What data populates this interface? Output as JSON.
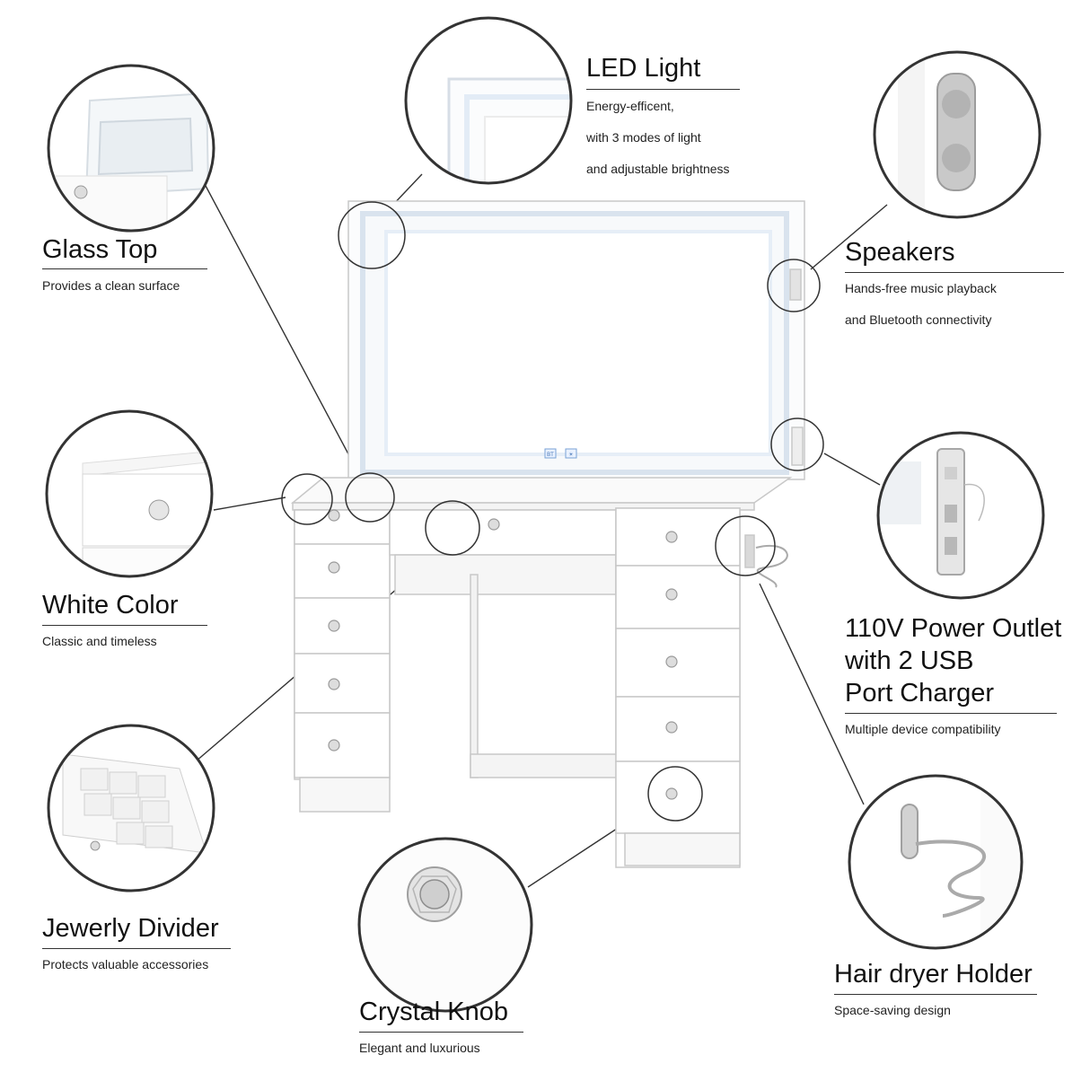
{
  "callouts": {
    "led_light": {
      "title": "LED Light",
      "desc": "Energy-efficent,\nwith 3 modes of light\nand adjustable brightness"
    },
    "glass_top": {
      "title": "Glass Top",
      "desc": "Provides a clean surface"
    },
    "speakers": {
      "title": "Speakers",
      "desc": "Hands-free music playback\nand Bluetooth connectivity"
    },
    "white_color": {
      "title": "White Color",
      "desc": "Classic and timeless"
    },
    "power_outlet": {
      "title": "110V Power Outlet\nwith 2 USB\nPort Charger",
      "desc": "Multiple device compatibility"
    },
    "jewelry_divider": {
      "title": "Jewerly Divider",
      "desc": "Protects valuable accessories"
    },
    "hair_dryer": {
      "title": "Hair dryer Holder",
      "desc": "Space-saving design"
    },
    "crystal_knob": {
      "title": "Crystal Knob",
      "desc": "Elegant and luxurious"
    }
  },
  "mirror_buttons": {
    "bt": "BT",
    "light": "☀"
  },
  "colors": {
    "outline": "#333333",
    "furniture": "#ffffff",
    "furniture_edge": "#cfcfcf",
    "led_glow": "#e6eef7",
    "knob": "#bfbfbf",
    "metal": "#b5b5b5"
  }
}
